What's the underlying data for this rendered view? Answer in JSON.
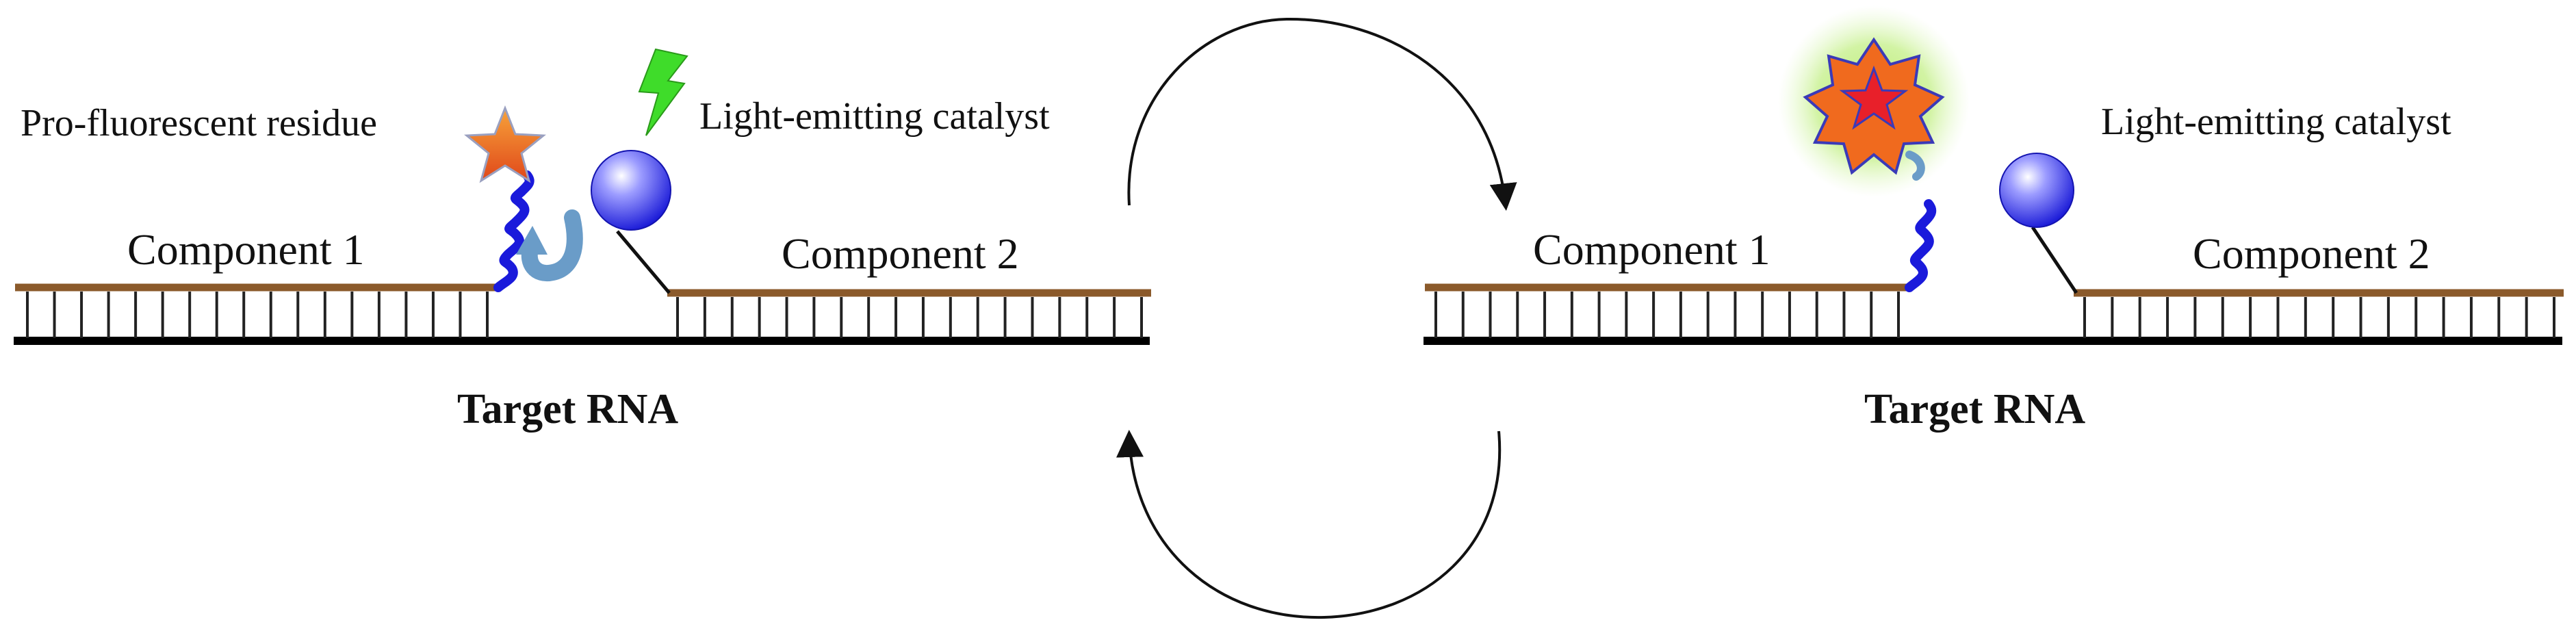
{
  "left_panel": {
    "pro_fluorescent_label": "Pro-fluorescent residue",
    "catalyst_label": "Light-emitting catalyst",
    "component1_label": "Component 1",
    "component2_label": "Component 2",
    "target_label": "Target RNA"
  },
  "right_panel": {
    "catalyst_label": "Light-emitting catalyst",
    "component1_label": "Component 1",
    "component2_label": "Component 2",
    "target_label": "Target RNA"
  },
  "colors": {
    "strand_brown": "#8b5a2b",
    "target_black": "#000000",
    "linker_blue": "#1a1adb",
    "catalyst_blue": "#3b3bf0",
    "star_orange": "#f06a1e",
    "star_red": "#e8202a",
    "flash_green": "#3fdc2a",
    "glow_green": "#c6ee8a",
    "arrow_curl_blue": "#6a9cc8"
  },
  "icons": {
    "pro_fluorescent": "star-icon",
    "catalyst": "sphere-icon",
    "light_flash": "lightning-bolt-icon",
    "activated_fluorophore": "burst-star-icon",
    "reaction_arrow": "curved-arrow-icon",
    "cycle": "cycle-arrows-icon"
  }
}
